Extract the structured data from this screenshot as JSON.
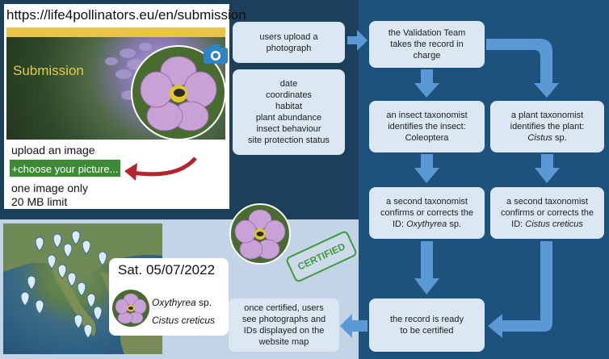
{
  "submission": {
    "url": "https://life4pollinators.eu/en/submission",
    "title": "Submission",
    "upload_label": "upload an image",
    "choose_button": "+choose your picture...",
    "limit_line1": "one image only",
    "limit_line2": "20 MB limit"
  },
  "flow": {
    "upload_photo": [
      "users upload a",
      "photograph"
    ],
    "metadata": [
      "date",
      "coordinates",
      "habitat",
      "plant abundance",
      "insect behaviour",
      "site protection status"
    ],
    "validation_team": [
      "the Validation Team",
      "takes the record in",
      "charge"
    ],
    "insect_taxonomist": [
      "an insect taxonomist",
      "identifies the insect:",
      "Coleoptera"
    ],
    "plant_taxonomist": {
      "line1": "a plant taxonomist",
      "line2": "identifies the plant:",
      "genus": "Cistus",
      "suffix": " sp."
    },
    "second_insect": {
      "line1": "a second taxonomist",
      "line2": "confirms or corrects the",
      "prefix": "ID: ",
      "genus": "Oxythyrea",
      "suffix": " sp."
    },
    "second_plant": {
      "line1": "a second taxonomist",
      "line2": "confirms or corrects the",
      "prefix": "ID: ",
      "species": "Cistus creticus"
    },
    "ready": [
      "the record is ready",
      "to be certified"
    ],
    "certified_users": [
      "once certified, users",
      "see photographs and",
      "IDs displayed on the",
      "website map"
    ]
  },
  "record_card": {
    "date": "Sat. 05/07/2022",
    "insect_genus": "Oxythyrea",
    "insect_suffix": " sp.",
    "plant": "Cistus creticus"
  },
  "stamp": "CERTIFIED",
  "icons": [
    "camera-icon",
    "map-marker-icon",
    "arrow-icon"
  ],
  "colors": {
    "box_fill": "#dbe7f3",
    "arrow": "#5a98d6",
    "dark_left": "#1c3f5a",
    "dark_right": "#1d527c",
    "light_bottom": "#c3d4e7",
    "button_green": "#3c8a36",
    "stamp_green": "#3e9a3e",
    "yellow_bar": "#e8c44a",
    "red_arrow": "#b3262b"
  }
}
